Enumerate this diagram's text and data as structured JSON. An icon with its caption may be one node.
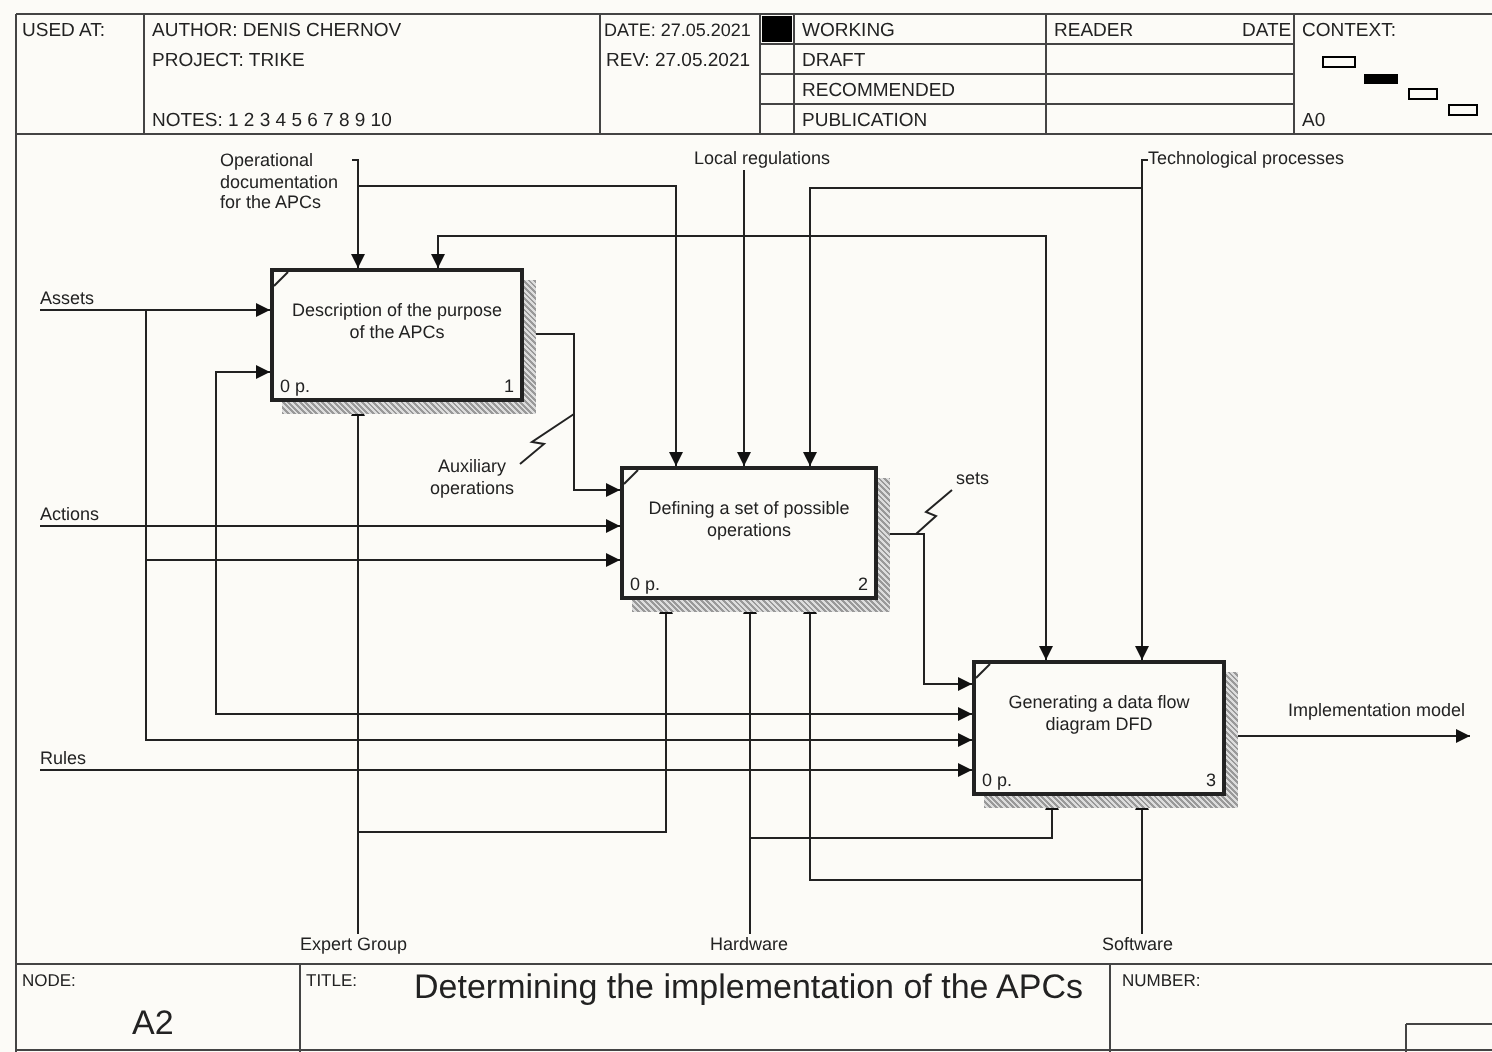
{
  "diagram": {
    "title": "Determining the implementation of the APCs",
    "nodes": [
      {
        "text": [
          "Operational documentation for the APCs"
        ]
      },
      {
        "text": [
          "Local regulations"
        ]
      },
      {
        "text": [
          "Technological processes"
        ]
      },
      {
        "text": [
          "Assets"
        ]
      },
      {
        "text": [
          "Actions"
        ]
      },
      {
        "text": [
          "Rules"
        ]
      },
      {
        "text": [
          "Description of the purpose of the APCs",
          "0 p.",
          "1"
        ]
      },
      {
        "text": [
          "Defining a set of possible operations",
          "0 p.",
          "2"
        ]
      },
      {
        "text": [
          "Generating a data flow diagram DFD",
          "0 p.",
          "3"
        ]
      },
      {
        "text": [
          "Implementation model"
        ]
      },
      {
        "text": [
          "Expert Group"
        ]
      },
      {
        "text": [
          "Hardware"
        ]
      },
      {
        "text": [
          "Software"
        ]
      }
    ],
    "edges": [
      {
        "from": 0,
        "to": 6,
        "arrow": "to"
      },
      {
        "from": 0,
        "to": 7,
        "arrow": "to"
      },
      {
        "from": 1,
        "to": 6,
        "arrow": "to"
      },
      {
        "from": 1,
        "to": 7,
        "arrow": "to"
      },
      {
        "from": 1,
        "to": 8,
        "arrow": "to"
      },
      {
        "from": 2,
        "to": 7,
        "arrow": "to"
      },
      {
        "from": 2,
        "to": 8,
        "arrow": "to"
      },
      {
        "from": 3,
        "to": 6,
        "arrow": "to"
      },
      {
        "from": 3,
        "to": 7,
        "arrow": "to"
      },
      {
        "from": 3,
        "to": 8,
        "arrow": "to"
      },
      {
        "from": 4,
        "to": 6,
        "arrow": "to"
      },
      {
        "from": 4,
        "to": 7,
        "arrow": "to"
      },
      {
        "from": 4,
        "to": 8,
        "arrow": "to"
      },
      {
        "from": 5,
        "to": 8,
        "arrow": "to"
      },
      {
        "from": 6,
        "to": 7,
        "arrow": "to",
        "label": "Auxiliary operations"
      },
      {
        "from": 7,
        "to": 8,
        "arrow": "to",
        "label": "sets"
      },
      {
        "from": 8,
        "to": 9,
        "arrow": "to"
      },
      {
        "from": 10,
        "to": 6,
        "arrow": "to"
      },
      {
        "from": 10,
        "to": 7,
        "arrow": "to"
      },
      {
        "from": 11,
        "to": 7,
        "arrow": "to"
      },
      {
        "from": 11,
        "to": 8,
        "arrow": "to"
      },
      {
        "from": 12,
        "to": 8,
        "arrow": "to"
      },
      {
        "from": 12,
        "to": 7,
        "arrow": "to"
      }
    ],
    "labels": [
      "USED AT:",
      "AUTHOR: DENIS CHERNOV",
      "DATE: 27.05.2021",
      "WORKING",
      "READER",
      "DATE",
      "CONTEXT:",
      "PROJECT: TRIKE",
      "REV: 27.05.2021",
      "DRAFT",
      "RECOMMENDED",
      "NOTES: 1 2 3 4 5 6 7 8 9 10",
      "PUBLICATION",
      "A0",
      "NODE:",
      "A2",
      "TITLE:",
      "NUMBER:"
    ]
  }
}
